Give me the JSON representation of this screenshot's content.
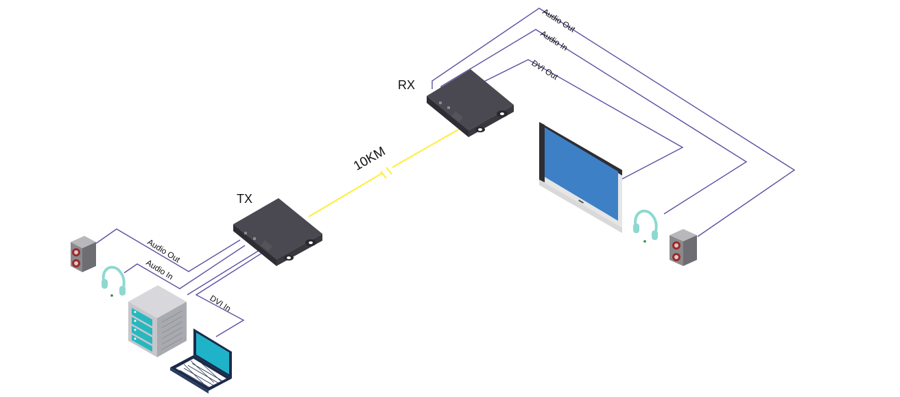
{
  "diagram": {
    "devices": {
      "tx": {
        "label": "TX"
      },
      "rx": {
        "label": "RX"
      }
    },
    "link": {
      "label": "10KM"
    },
    "tx_side": {
      "audio_out": "Audio Out",
      "audio_in": "Audio In",
      "dvi_in": "DVI In"
    },
    "rx_side": {
      "audio_out": "Audio Out",
      "audio_in": "Audio In",
      "dvi_out": "DVI Out"
    },
    "colors": {
      "cable": "#5b4fa0",
      "fiber": "#ffee33",
      "box_top": "#4a4850",
      "box_front": "#343238",
      "monitor_screen": "#3d80c6",
      "laptop_screen": "#1fb3c9",
      "headphones": "#8ed8d0",
      "speaker": "#8a8a8e",
      "speaker_woofer": "#9c2a2a",
      "server_slot": "#27b7bf"
    },
    "icons": [
      "speaker-icon",
      "headphones-icon",
      "server-icon",
      "laptop-icon",
      "monitor-icon"
    ]
  }
}
